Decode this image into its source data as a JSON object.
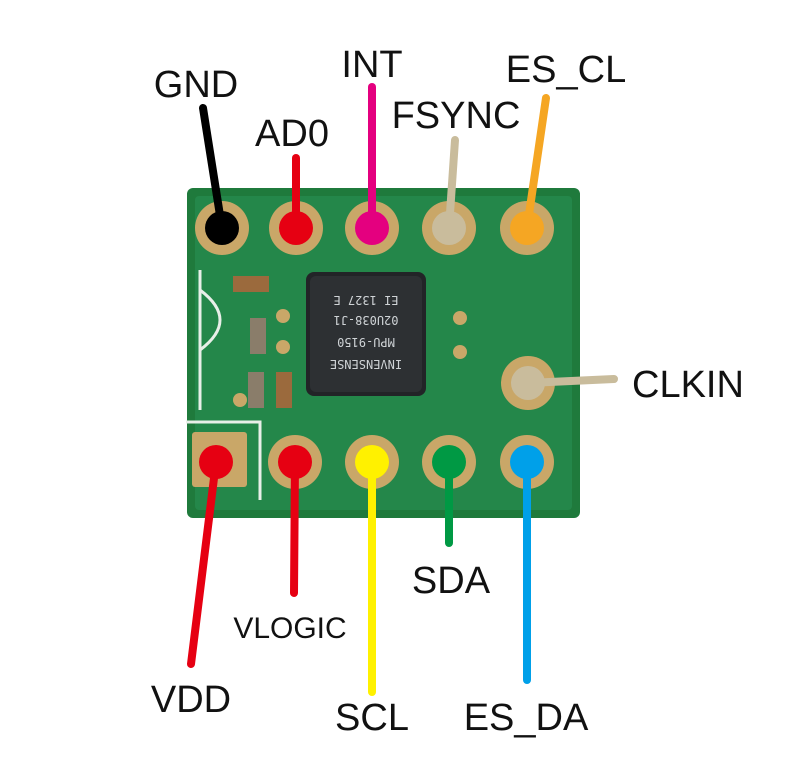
{
  "chip": {
    "marking_lines": [
      "INVENSENSE",
      "MPU-9150",
      "02U038-J1",
      "EI 1327 E"
    ]
  },
  "pins": [
    {
      "id": "gnd",
      "label": "GND",
      "color": "#000000"
    },
    {
      "id": "ad0",
      "label": "AD0",
      "color": "#e60012"
    },
    {
      "id": "int",
      "label": "INT",
      "color": "#e4007f"
    },
    {
      "id": "fsync",
      "label": "FSYNC",
      "color": "#c9bc9c"
    },
    {
      "id": "es_cl",
      "label": "ES_CL",
      "color": "#f5a623"
    },
    {
      "id": "clkin",
      "label": "CLKIN",
      "color": "#c9bc9c"
    },
    {
      "id": "vdd",
      "label": "VDD",
      "color": "#e60012"
    },
    {
      "id": "vlogic",
      "label": "VLOGIC",
      "color": "#e60012"
    },
    {
      "id": "scl",
      "label": "SCL",
      "color": "#fff100"
    },
    {
      "id": "sda",
      "label": "SDA",
      "color": "#009944"
    },
    {
      "id": "es_da",
      "label": "ES_DA",
      "color": "#00a0e9"
    }
  ]
}
